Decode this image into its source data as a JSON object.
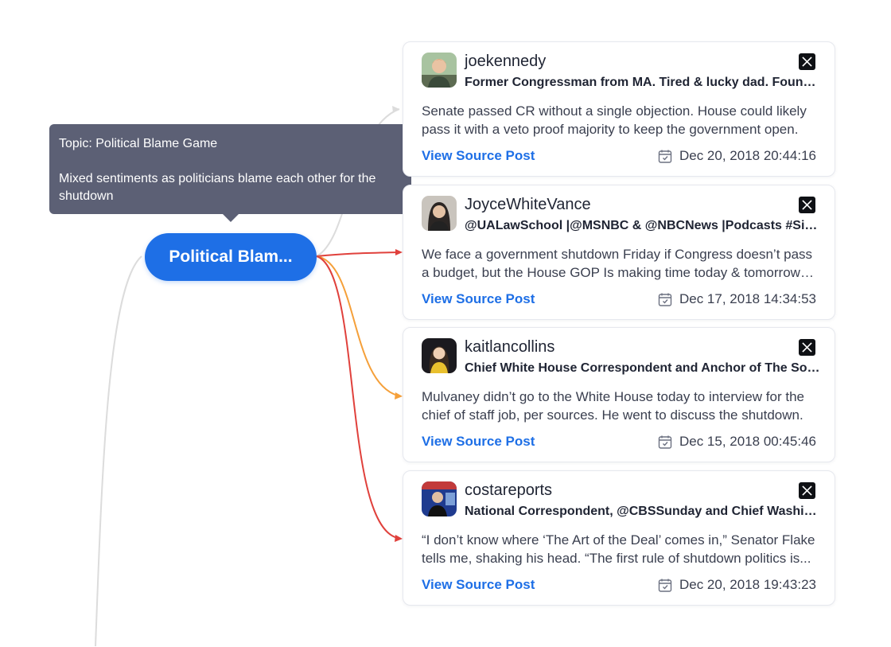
{
  "tooltip": {
    "topic": "Topic: Political Blame Game",
    "summary": "Mixed sentiments as politicians blame each other for the shutdown"
  },
  "node": {
    "label": "Political Blam..."
  },
  "colors": {
    "accent": "#1e6fe6",
    "link_red": "#e0413c",
    "link_orange": "#f5a03a",
    "link_gray": "#d9d9d9"
  },
  "posts": [
    {
      "username": "joekennedy",
      "bio": "Former Congressman from MA. Tired & lucky dad. Founder of Groundwork Project",
      "text": "Senate passed CR without a single objection. House could likely pass it with a veto proof majority to keep the government open.",
      "link_label": "View Source Post",
      "date": "Dec 20, 2018 20:44:16",
      "platform_icon": "x-logo-icon",
      "link_color": "gray"
    },
    {
      "username": "JoyceWhiteVance",
      "bio": "@UALawSchool |@MSNBC & @NBCNews |Podcasts #SistersInLaw",
      "text": "We face a government shutdown Friday if Congress doesn’t pass a budget, but the House GOP Is making time today & tomorrow for hearings.",
      "link_label": "View Source Post",
      "date": "Dec 17, 2018 14:34:53",
      "platform_icon": "x-logo-icon",
      "link_color": "red"
    },
    {
      "username": "kaitlancollins",
      "bio": "Chief White House Correspondent and Anchor of The Source",
      "text": "Mulvaney didn’t go to the White House today to interview for the chief of staff job, per sources. He went to discuss the shutdown.",
      "link_label": "View Source Post",
      "date": "Dec 15, 2018 00:45:46",
      "platform_icon": "x-logo-icon",
      "link_color": "orange"
    },
    {
      "username": "costareports",
      "bio": "National Correspondent, @CBSSunday and Chief Washington Correspondent",
      "text": "“I don’t know where ‘The Art of the Deal’ comes in,” Senator Flake tells me, shaking his head. “The first rule of shutdown politics is...",
      "link_label": "View Source Post",
      "date": "Dec 20, 2018 19:43:23",
      "platform_icon": "x-logo-icon",
      "link_color": "red"
    }
  ]
}
